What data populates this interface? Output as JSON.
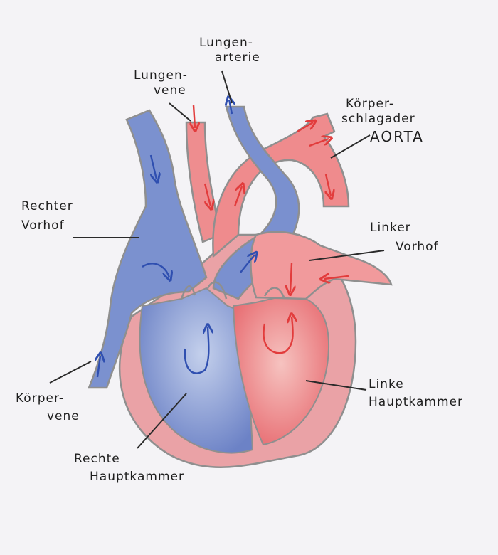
{
  "colors": {
    "paper": "#f4f3f6",
    "blood_blue": "#6f86c9",
    "blood_blue_light": "#a6b6e0",
    "blood_red": "#e9787c",
    "blood_red_light": "#f3b0b0",
    "muscle": "#eaa2a6",
    "outline": "#8f8f8f",
    "arrow_blue": "#2f4fb0",
    "arrow_red": "#e23c3c"
  },
  "labels": {
    "lungenarterie": {
      "line1": "Lungen-",
      "line2": "arterie"
    },
    "lungenvene": {
      "line1": "Lungen-",
      "line2": "vene"
    },
    "koerperschlagader": {
      "line1": "Körper-",
      "line2": "schlagader",
      "line3": "AORTA"
    },
    "rechter_vorhof": {
      "line1": "Rechter",
      "line2": "Vorhof"
    },
    "linker_vorhof": {
      "line1": "Linker",
      "line2": "Vorhof"
    },
    "linke_hauptkammer": {
      "line1": "Linke",
      "line2": "Hauptkammer"
    },
    "koerpervene": {
      "line1": "Körper-",
      "line2": "vene"
    },
    "rechte_hauptkammer": {
      "line1": "Rechte",
      "line2": "Hauptkammer"
    }
  }
}
